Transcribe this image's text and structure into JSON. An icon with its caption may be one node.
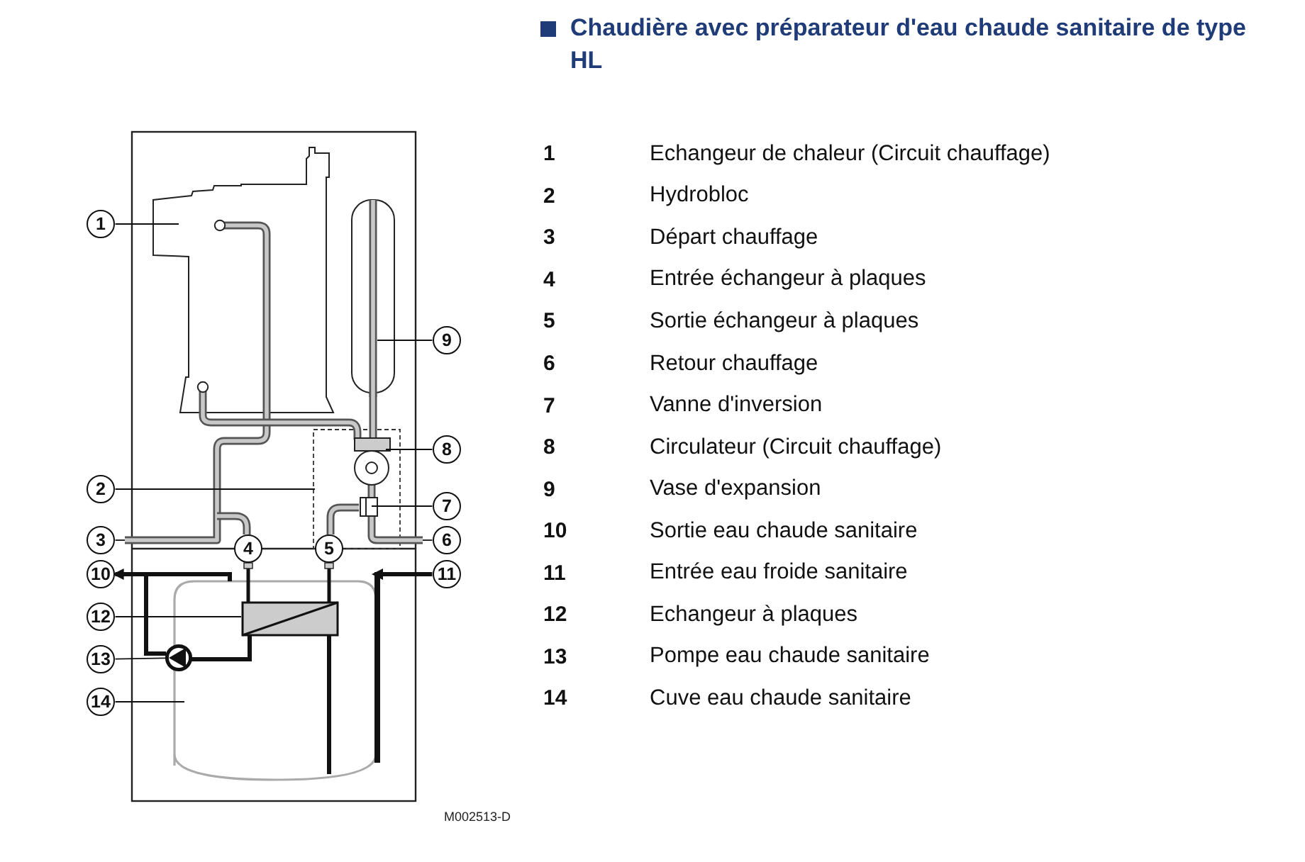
{
  "diagram": {
    "title": "Chaudière avec préparateur d'eau chaude sanitaire de type HL",
    "nodes": [
      {
        "text": [
          "1"
        ]
      },
      {
        "text": [
          "2"
        ]
      },
      {
        "text": [
          "3"
        ]
      },
      {
        "text": [
          "4"
        ]
      },
      {
        "text": [
          "5"
        ]
      },
      {
        "text": [
          "6"
        ]
      },
      {
        "text": [
          "7"
        ]
      },
      {
        "text": [
          "8"
        ]
      },
      {
        "text": [
          "9"
        ]
      },
      {
        "text": [
          "10"
        ]
      },
      {
        "text": [
          "11"
        ]
      },
      {
        "text": [
          "12"
        ]
      },
      {
        "text": [
          "13"
        ]
      },
      {
        "text": [
          "14"
        ]
      },
      {
        "text": [],
        "shape": "circle"
      },
      {
        "text": [],
        "shape": "bar"
      }
    ],
    "edges": [
      {
        "from": 0,
        "to": null,
        "arrow": "none"
      },
      {
        "from": 1,
        "to": null,
        "arrow": "none"
      },
      {
        "from": 2,
        "to": null,
        "arrow": "none"
      },
      {
        "from": 5,
        "to": null,
        "arrow": "none"
      },
      {
        "from": 6,
        "to": null,
        "arrow": "none"
      },
      {
        "from": 7,
        "to": null,
        "arrow": "none"
      },
      {
        "from": 8,
        "to": null,
        "arrow": "none"
      },
      {
        "from": null,
        "to": 9,
        "arrow": "to",
        "style": "thick"
      },
      {
        "from": 10,
        "to": 15,
        "arrow": "to",
        "style": "thick"
      },
      {
        "from": 11,
        "to": null,
        "arrow": "none"
      },
      {
        "from": 12,
        "to": 14,
        "arrow": "none"
      },
      {
        "from": 13,
        "to": null,
        "arrow": "none"
      }
    ],
    "labels": [
      "1",
      "Echangeur de chaleur (Circuit chauffage)",
      "2",
      "Hydrobloc",
      "3",
      "Départ chauffage",
      "4",
      "Entrée échangeur à plaques",
      "5",
      "Sortie échangeur à plaques",
      "6",
      "Retour chauffage",
      "7",
      "Vanne d'inversion",
      "8",
      "Circulateur (Circuit chauffage)",
      "9",
      "Vase d'expansion",
      "10",
      "Sortie eau chaude sanitaire",
      "11",
      "Entrée eau froide sanitaire",
      "12",
      "Echangeur à plaques",
      "13",
      "Pompe eau chaude sanitaire",
      "14",
      "Cuve eau chaude sanitaire",
      "M002513-D"
    ]
  }
}
